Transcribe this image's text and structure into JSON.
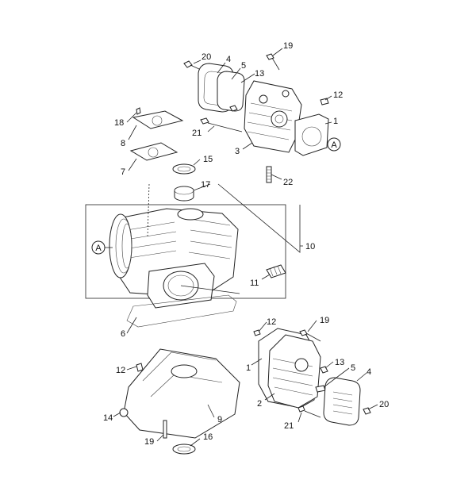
{
  "callouts": {
    "c20a": "20",
    "c4a": "4",
    "c5a": "5",
    "c19a": "19",
    "c13a": "13",
    "c12a": "12",
    "c1a": "1",
    "c21a": "21",
    "c3": "3",
    "c22": "22",
    "c18": "18",
    "c8": "8",
    "c7": "7",
    "c15": "15",
    "c17": "17",
    "c10": "10",
    "c11": "11",
    "c6": "6",
    "c12b": "12",
    "c19b": "19",
    "c1b": "1",
    "c13b": "13",
    "c5b": "5",
    "c4b": "4",
    "c12c": "12",
    "c2": "2",
    "c20b": "20",
    "c14": "14",
    "c9": "9",
    "c21b": "21",
    "c19c": "19",
    "c16": "16"
  },
  "refs": {
    "refA1": "A",
    "refA2": "A"
  }
}
